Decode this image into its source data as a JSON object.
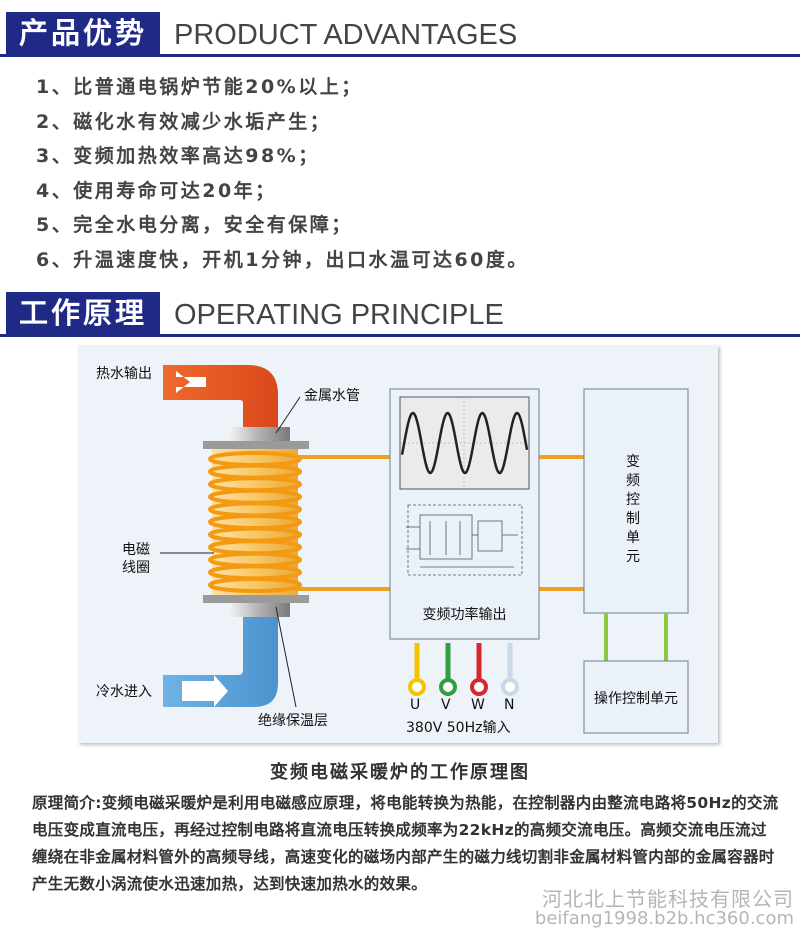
{
  "section1": {
    "title_cn": "产品优势",
    "title_en": "PRODUCT ADVANTAGES",
    "items": [
      "1、比普通电锅炉节能20%以上；",
      "2、磁化水有效减少水垢产生；",
      "3、变频加热效率高达98%；",
      "4、使用寿命可达20年；",
      "5、完全水电分离，安全有保障；",
      "6、升温速度快，开机1分钟，出口水温可达60度。"
    ]
  },
  "section2": {
    "title_cn": "工作原理",
    "title_en": "OPERATING PRINCIPLE"
  },
  "diagram": {
    "hot_water_out": "热水输出",
    "metal_pipe": "金属水管",
    "coil_line1": "电磁",
    "coil_line2": "线圈",
    "cold_water_in": "冷水进入",
    "insulation": "绝缘保温层",
    "power_output": "变频功率输出",
    "control_unit": "变频控制单元",
    "operation_unit": "操作控制单元",
    "phases": [
      "U",
      "V",
      "W",
      "N"
    ],
    "power_input": "380V 50Hz输入",
    "colors": {
      "hot": "#e8561e",
      "cold": "#5aa3db",
      "coil": "#f39a12",
      "pipe": "#f0a020",
      "green": "#8dc63f",
      "phase_u": "#f5c400",
      "phase_v": "#2e9e3e",
      "phase_w": "#d7262c",
      "phase_n": "#c9d9ea"
    }
  },
  "caption": "变频电磁采暖炉的工作原理图",
  "intro": "原理简介:变频电磁采暖炉是利用电磁感应原理，将电能转换为热能，在控制器内由整流电路将50Hz的交流电压变成直流电压，再经过控制电路将直流电压转换成频率为22kHz的高频交流电压。高频交流电压流过缠绕在非金属材料管外的高频导线，高速变化的磁场内部产生的磁力线切割非金属材料管内部的金属容器时产生无数小涡流使水迅速加热，达到快速加热水的效果。",
  "watermark": {
    "line1": "河北北上节能科技有限公司",
    "line2": "beifang1998.b2b.hc360.com"
  }
}
